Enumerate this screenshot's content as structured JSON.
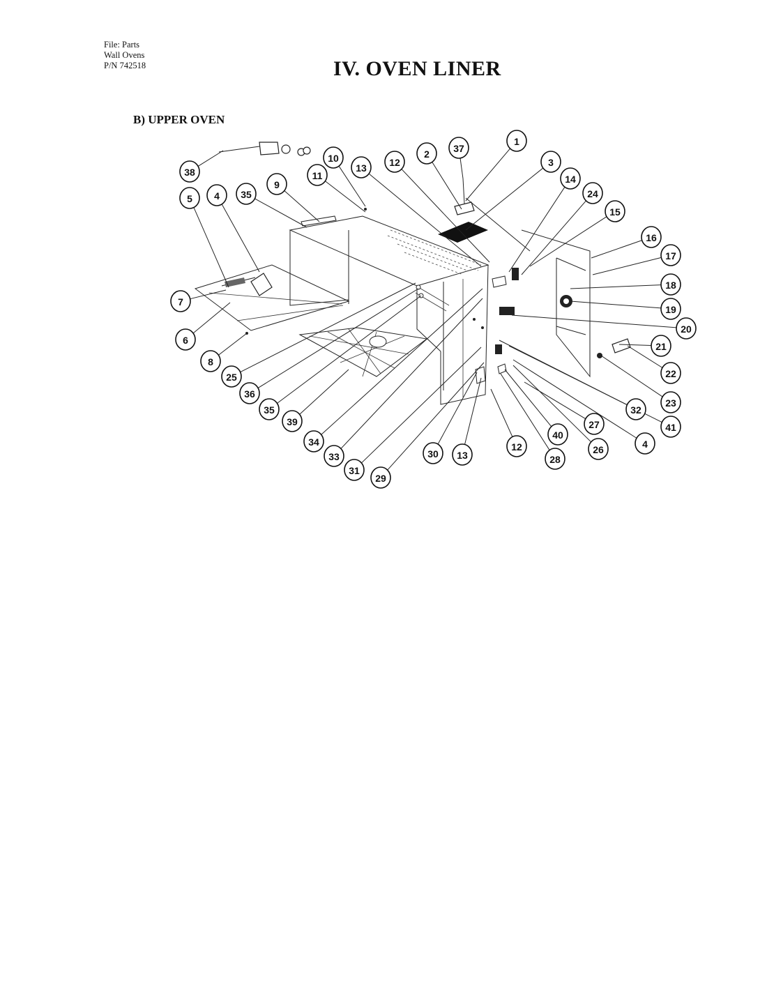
{
  "header": {
    "file_lines": [
      "File: Parts",
      "Wall Ovens",
      "P/N 742518"
    ],
    "title": "IV. OVEN LINER",
    "section": "B) UPPER OVEN"
  },
  "callouts": [
    {
      "label": "1",
      "target": [
        668,
        288
      ]
    },
    {
      "label": "2",
      "target": [
        662,
        300
      ]
    },
    {
      "label": "37",
      "target": [
        664,
        256
      ]
    },
    {
      "label": "3",
      "target": [
        668,
        330
      ]
    },
    {
      "label": "14",
      "target": [
        730,
        390
      ]
    },
    {
      "label": "24",
      "target": [
        748,
        394
      ]
    },
    {
      "label": "15",
      "target": [
        760,
        382
      ]
    },
    {
      "label": "16",
      "target": [
        848,
        370
      ]
    },
    {
      "label": "17",
      "target": [
        850,
        394
      ]
    },
    {
      "label": "18",
      "target": [
        818,
        414
      ]
    },
    {
      "label": "19",
      "target": [
        818,
        432
      ]
    },
    {
      "label": "20",
      "target": [
        734,
        452
      ]
    },
    {
      "label": "21",
      "target": [
        888,
        494
      ]
    },
    {
      "label": "22",
      "target": [
        900,
        496
      ]
    },
    {
      "label": "23",
      "target": [
        862,
        510
      ]
    },
    {
      "label": "41",
      "target": [
        730,
        496
      ]
    },
    {
      "label": "32",
      "target": [
        716,
        488
      ]
    },
    {
      "label": "4",
      "target": [
        736,
        516
      ],
      "alt": true
    },
    {
      "label": "27",
      "target": [
        752,
        548
      ]
    },
    {
      "label": "26",
      "target": [
        736,
        524
      ]
    },
    {
      "label": "40",
      "target": [
        724,
        530
      ]
    },
    {
      "label": "28",
      "target": [
        718,
        536
      ]
    },
    {
      "label": "12",
      "target": [
        704,
        558
      ],
      "alt": true
    },
    {
      "label": "13",
      "target": [
        690,
        542
      ],
      "alt": true
    },
    {
      "label": "30",
      "target": [
        684,
        534
      ]
    },
    {
      "label": "29",
      "target": [
        694,
        520
      ]
    },
    {
      "label": "31",
      "target": [
        690,
        498
      ]
    },
    {
      "label": "33",
      "target": [
        692,
        428
      ]
    },
    {
      "label": "34",
      "target": [
        692,
        414
      ]
    },
    {
      "label": "39",
      "target": [
        500,
        530
      ]
    },
    {
      "label": "35",
      "target": [
        604,
        424
      ],
      "alt": true
    },
    {
      "label": "36",
      "target": [
        600,
        414
      ]
    },
    {
      "label": "25",
      "target": [
        596,
        406
      ]
    },
    {
      "label": "8",
      "target": [
        354,
        478
      ]
    },
    {
      "label": "6",
      "target": [
        330,
        434
      ]
    },
    {
      "label": "7",
      "target": [
        324,
        416
      ]
    },
    {
      "label": "5",
      "target": [
        328,
        412
      ]
    },
    {
      "label": "4",
      "target": [
        372,
        390
      ]
    },
    {
      "label": "35",
      "target": [
        440,
        326
      ]
    },
    {
      "label": "9",
      "target": [
        458,
        318
      ]
    },
    {
      "label": "11",
      "target": [
        524,
        304
      ]
    },
    {
      "label": "10",
      "target": [
        524,
        296
      ]
    },
    {
      "label": "13",
      "target": [
        690,
        382
      ]
    },
    {
      "label": "12",
      "target": [
        702,
        376
      ]
    },
    {
      "label": "38",
      "target": [
        320,
        216
      ]
    }
  ]
}
